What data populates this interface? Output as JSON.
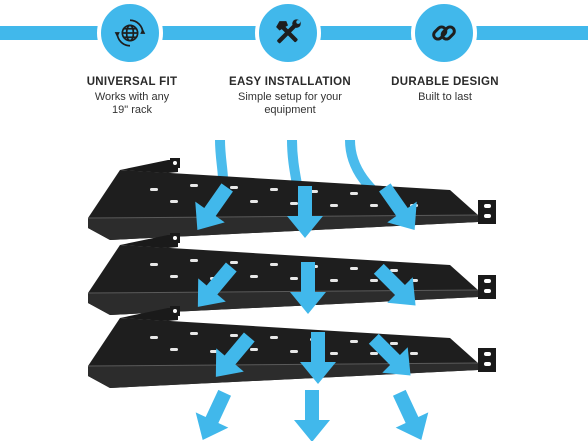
{
  "colors": {
    "accent": "#41b8eb",
    "shelf": "#1f1f1f",
    "text": "#2a2a2a"
  },
  "features": [
    {
      "icon": "globe-icon",
      "title": "UNIVERSAL FIT",
      "desc_line1": "Works with any",
      "desc_line2": "19\" rack"
    },
    {
      "icon": "tools-icon",
      "title": "EASY INSTALLATION",
      "desc_line1": "Simple setup for your",
      "desc_line2": "equipment"
    },
    {
      "icon": "chain-link-icon",
      "title": "DURABLE DESIGN",
      "desc_line1": "Built to last",
      "desc_line2": ""
    }
  ],
  "illustration": {
    "subject": "three-stacked-rack-shelves-with-airflow-arrows",
    "shelf_count": 3
  }
}
